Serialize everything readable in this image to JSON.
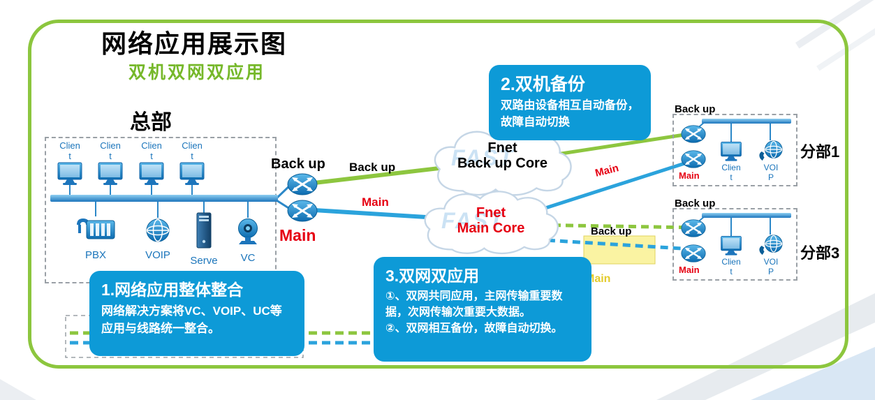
{
  "title": "网络应用展示图",
  "subtitle": "双机双网双应用",
  "colors": {
    "frame_green": "#8CC63E",
    "line_green": "#8DC63F",
    "line_blue": "#2BA3DC",
    "callout_blue": "#0D9AD7",
    "red": "#E60012",
    "label_blue": "#1B75BB",
    "yellow_highlight": "#FAF3A2"
  },
  "hq": {
    "title": "总部",
    "clients": [
      {
        "l1": "Clien",
        "l2": "t"
      },
      {
        "l1": "Clien",
        "l2": "t"
      },
      {
        "l1": "Clien",
        "l2": "t"
      },
      {
        "l1": "Clien",
        "l2": "t"
      }
    ],
    "devices": [
      {
        "icon": "pbx-icon",
        "label": "PBX"
      },
      {
        "icon": "voip-globe-icon",
        "label": "VOIP"
      },
      {
        "icon": "server-icon",
        "label": "Serve"
      },
      {
        "icon": "vc-camera-icon",
        "label": "VC"
      }
    ],
    "backup_router_label": "Back up",
    "main_router_label": "Main"
  },
  "links": {
    "hq_backup": "Back up",
    "hq_main": "Main",
    "branch1_main": "Main",
    "branch3_backup": "Back up",
    "branch3_main": "Main"
  },
  "clouds": {
    "backup": {
      "l1": "Fnet",
      "l2": "Back up Core",
      "watermark": "FAST"
    },
    "main": {
      "l1": "Fnet",
      "l2": "Main Core",
      "watermark": "FAST"
    }
  },
  "branches": [
    {
      "name": "分部1",
      "backup_label": "Back up",
      "main_label": "Main",
      "client_l1": "Clien",
      "client_l2": "t",
      "voip_l1": "VOI",
      "voip_l2": "P"
    },
    {
      "name": "分部3",
      "backup_label": "Back up",
      "main_label": "Main",
      "client_l1": "Clien",
      "client_l2": "t",
      "voip_l1": "VOI",
      "voip_l2": "P"
    }
  ],
  "callouts": [
    {
      "title": "1.网络应用整体整合",
      "body": "网络解决方案将VC、VOIP、UC等应用与线路统一整合。"
    },
    {
      "title": "2.双机备份",
      "body": "双路由设备相互自动备份，故障自动切换"
    },
    {
      "title": "3.双网双应用",
      "body1": "①、双网共同应用，主网传输重要数据，次网传输次重要大数据。",
      "body2": "②、双网相互备份，故障自动切换。"
    }
  ]
}
